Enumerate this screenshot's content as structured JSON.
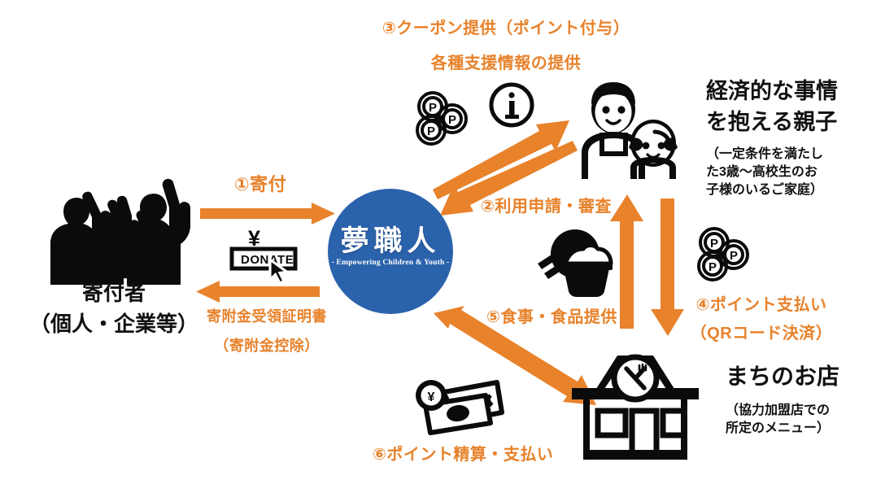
{
  "diagram": {
    "title_logo": {
      "main": "夢職人",
      "sub": "- Empowering Children & Youth -",
      "circle_color": "#2B62AC",
      "name": "yumeshokunin-logo"
    },
    "accent_color": "#E8822B",
    "ink_color": "#111111",
    "actors": {
      "donor": {
        "title": "寄付者",
        "subtitle": "（個人・企業等）",
        "icon": "raised-fists-people-icon"
      },
      "family": {
        "title_line1": "経済的な事情",
        "title_line2": "を抱える親子",
        "subtitle_line1": "（一定条件を満たし",
        "subtitle_line2": "た3歳〜高校生のお",
        "subtitle_line3": "子様のいるご家庭）",
        "icon": "parent-and-child-icon"
      },
      "shop": {
        "title": "まちのお店",
        "subtitle_line1": "（協力加盟店での",
        "subtitle_line2": "所定のメニュー）",
        "icon": "storefront-restaurant-icon"
      }
    },
    "flows": [
      {
        "id": "1",
        "label": "①寄付",
        "from": "donor",
        "to": "organization",
        "icon": "donate-button-icon"
      },
      {
        "id": "receipt",
        "label_line1": "寄附金受領証明書",
        "label_line2": "（寄附金控除）",
        "from": "organization",
        "to": "donor"
      },
      {
        "id": "2",
        "label": "②利用申請・審査",
        "from": "family",
        "to": "organization"
      },
      {
        "id": "3",
        "label_line1": "③クーポン提供（ポイント付与）",
        "label_line2": "各種支援情報の提供",
        "from": "organization",
        "to": "family",
        "icons": [
          "point-coins-icon",
          "information-circle-icon"
        ]
      },
      {
        "id": "4",
        "label_line1": "④ポイント支払い",
        "label_line2": "（QRコード決済）",
        "from": "family",
        "to": "shop",
        "icon": "point-coins-icon"
      },
      {
        "id": "5",
        "label": "⑤食事・食品提供",
        "from": "shop",
        "to": "family",
        "icon": "meal-bowl-chopsticks-icon"
      },
      {
        "id": "6",
        "label": "⑥ポイント精算・支払い",
        "from": "organization",
        "to": "shop",
        "icon": "cash-yen-icon"
      }
    ]
  }
}
